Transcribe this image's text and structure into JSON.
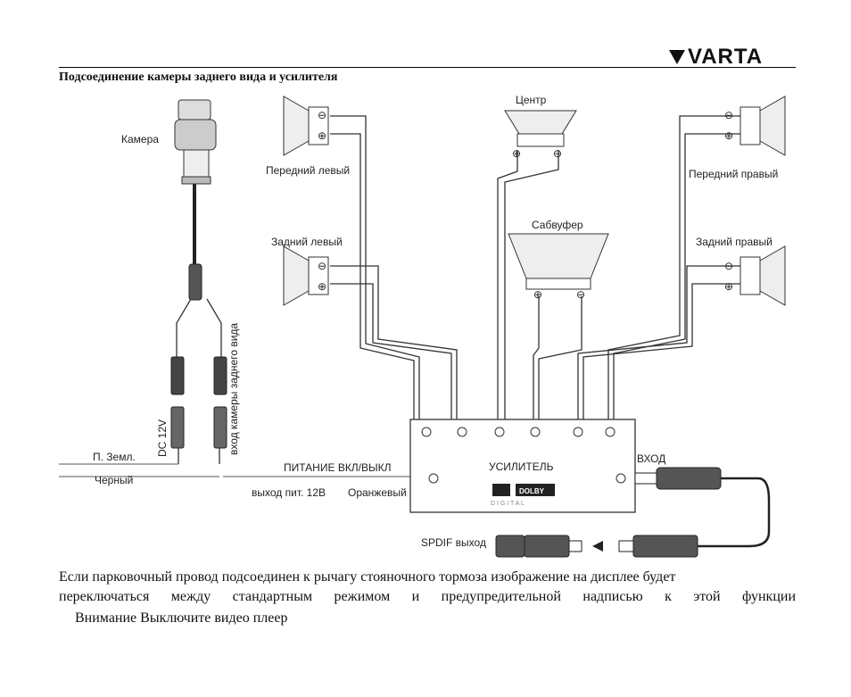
{
  "brand": "VARTA",
  "heading": "Подсоединение камеры заднего вида и усилителя",
  "diagram": {
    "camera": "Камера",
    "front_left": "Передний левый",
    "rear_left": "Задний левый",
    "center": "Центр",
    "subwoofer": "Сабвуфер",
    "front_right": "Передний правый",
    "rear_right": "Задний правый",
    "dc12v": "DC 12V",
    "camera_input": "вход камеры заднего вида",
    "ground": "П. Земл.",
    "black": "Черный",
    "power_switch": "ПИТАНИЕ ВКЛ/ВЫКЛ",
    "power_out": "выход пит. 12В",
    "orange": "Оранжевый",
    "amplifier": "УСИЛИТЕЛЬ",
    "dolby": "DOLBY",
    "digital": "D I G I T A L",
    "input": "ВХОД",
    "spdif": "SPDIF выход",
    "minus": "⊖",
    "plus": "⊕"
  },
  "body": {
    "line1": "Если парковочный провод подсоединен к рычагу стояночного тормоза  изображение на дисплее будет",
    "line2": "переключаться между стандартным режимом и предупредительной надписью к этой функции",
    "line3": "Внимание  Выключите видео плеер"
  }
}
